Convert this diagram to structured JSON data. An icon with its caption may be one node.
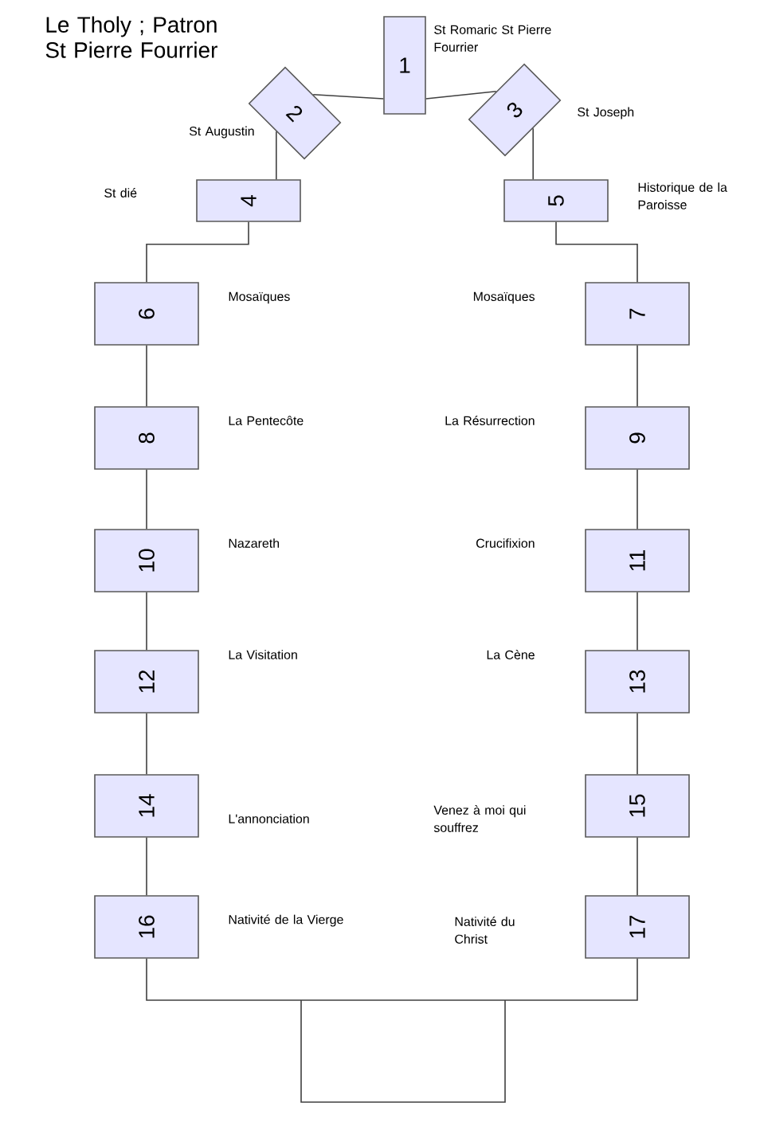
{
  "diagram": {
    "title": "Le Tholy ; Patron St Pierre Fourrier",
    "nodes": [
      {
        "text": [
          "1"
        ],
        "beside": [
          "St Romaric St Pierre Fourrier"
        ]
      },
      {
        "text": [
          "2"
        ],
        "beside": [
          "St Augustin"
        ]
      },
      {
        "text": [
          "3"
        ],
        "beside": [
          "St Joseph"
        ]
      },
      {
        "text": [
          "4"
        ]
      },
      {
        "text": [
          "5"
        ],
        "beside": [
          "Historique de la Paroisse"
        ]
      },
      {
        "text": [
          "6"
        ],
        "beside": [
          "Mosaïques"
        ]
      },
      {
        "text": [
          "7"
        ]
      },
      {
        "text": [
          "8"
        ],
        "beside": [
          "La Pentecôte"
        ]
      },
      {
        "text": [
          "9"
        ]
      },
      {
        "text": [
          "10"
        ],
        "beside": [
          "Nazareth"
        ]
      },
      {
        "text": [
          "11"
        ]
      },
      {
        "text": [
          "12"
        ],
        "beside": [
          "La Visitation"
        ]
      },
      {
        "text": [
          "13"
        ]
      },
      {
        "text": [
          "14"
        ],
        "beside": [
          "L'annonciation"
        ]
      },
      {
        "text": [
          "15"
        ]
      },
      {
        "text": [
          "16"
        ],
        "beside": [
          "Nativité de la Vierge"
        ]
      },
      {
        "text": [
          "17"
        ]
      }
    ],
    "labels": [
      "St dié",
      "Mosaïques",
      "La Résurrection",
      "Crucifixion",
      "La Cène",
      "Venez à moi qui souffrez",
      "Nativité du Christ"
    ],
    "edges": [
      {
        "from": 0,
        "to": 1,
        "arrow": "none"
      },
      {
        "from": 0,
        "to": 2,
        "arrow": "none"
      },
      {
        "from": 1,
        "to": 3,
        "arrow": "none"
      },
      {
        "from": 2,
        "to": 4,
        "arrow": "none"
      },
      {
        "from": 3,
        "to": 5,
        "arrow": "none"
      },
      {
        "from": 4,
        "to": 6,
        "arrow": "none"
      },
      {
        "from": 5,
        "to": 7,
        "arrow": "none"
      },
      {
        "from": 7,
        "to": 9,
        "arrow": "none"
      },
      {
        "from": 9,
        "to": 11,
        "arrow": "none"
      },
      {
        "from": 11,
        "to": 13,
        "arrow": "none"
      },
      {
        "from": 13,
        "to": 15,
        "arrow": "none"
      },
      {
        "from": 6,
        "to": 8,
        "arrow": "none"
      },
      {
        "from": 8,
        "to": 10,
        "arrow": "none"
      },
      {
        "from": 10,
        "to": 12,
        "arrow": "none"
      },
      {
        "from": 12,
        "to": 14,
        "arrow": "none"
      },
      {
        "from": 14,
        "to": 16,
        "arrow": "none"
      },
      {
        "from": 15,
        "to": 16,
        "arrow": "none"
      }
    ]
  }
}
